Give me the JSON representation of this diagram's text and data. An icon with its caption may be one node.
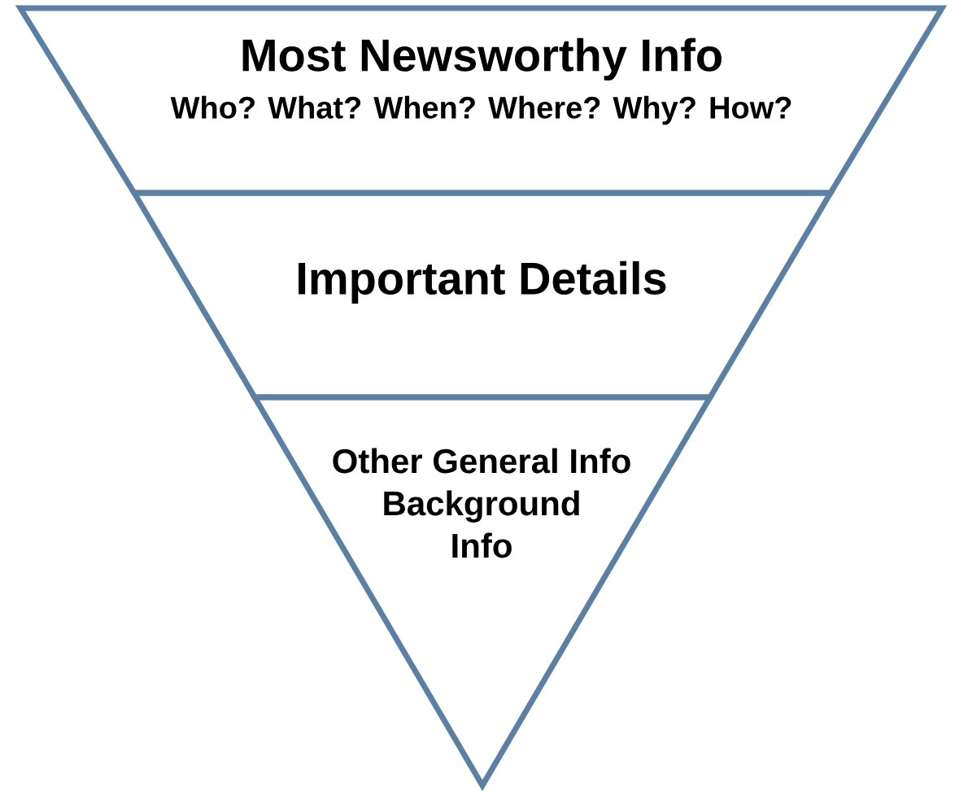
{
  "diagram": {
    "nodes": [
      {
        "text": [
          "Most Newsworthy Info",
          "Who? What? When? Where? Why? How?"
        ]
      },
      {
        "text": [
          "Important Details"
        ]
      },
      {
        "text": [
          "Other General Info Background Info"
        ]
      }
    ]
  }
}
